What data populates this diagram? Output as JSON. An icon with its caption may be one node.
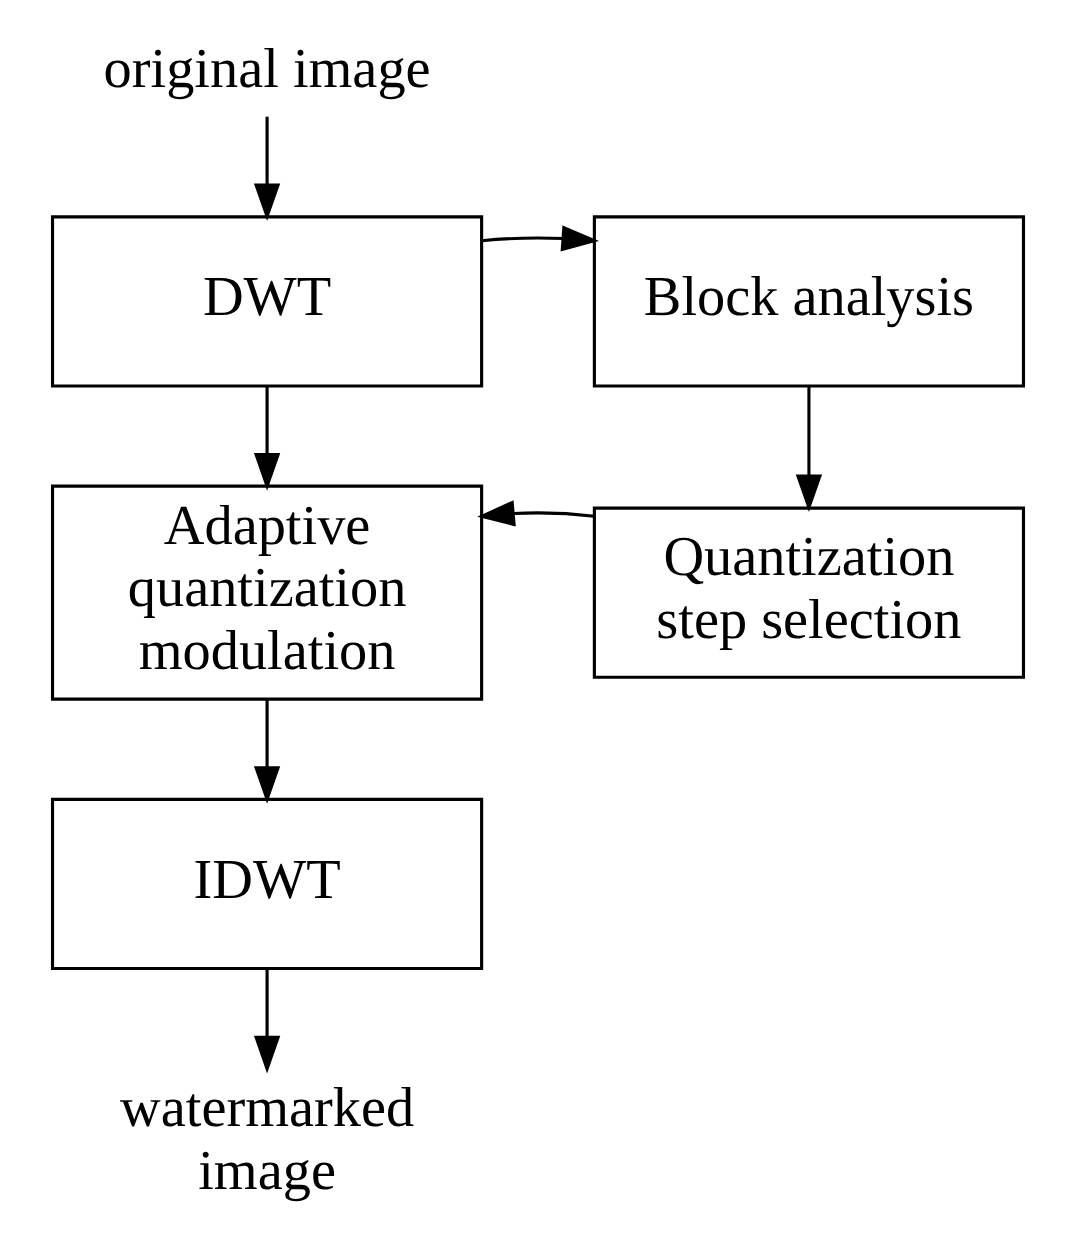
{
  "diagram": {
    "nodes": [
      {
        "text": [
          "original image"
        ]
      },
      {
        "text": [
          "DWT"
        ]
      },
      {
        "text": [
          "Block analysis"
        ]
      },
      {
        "text": [
          "Adaptive quantization modulation"
        ]
      },
      {
        "text": [
          "Quantization step selection"
        ]
      },
      {
        "text": [
          "IDWT"
        ]
      },
      {
        "text": [
          "watermarked image"
        ]
      }
    ],
    "edges": [
      {
        "from": 0,
        "to": 1,
        "arrow": "to"
      },
      {
        "from": 1,
        "to": 2,
        "arrow": "to"
      },
      {
        "from": 1,
        "to": 3,
        "arrow": "to"
      },
      {
        "from": 2,
        "to": 4,
        "arrow": "to"
      },
      {
        "from": 4,
        "to": 3,
        "arrow": "to"
      },
      {
        "from": 3,
        "to": 5,
        "arrow": "to"
      },
      {
        "from": 5,
        "to": 6,
        "arrow": "to"
      }
    ]
  }
}
